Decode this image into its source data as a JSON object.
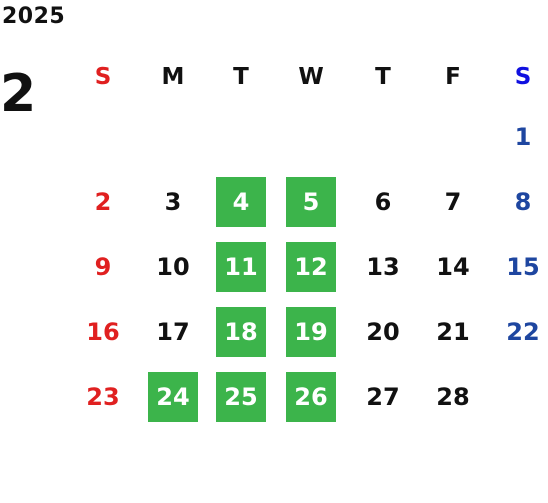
{
  "year": "2025",
  "month": "2",
  "weekdays": [
    "S",
    "M",
    "T",
    "W",
    "T",
    "F",
    "S"
  ],
  "colors": {
    "sunday": "#e02020",
    "saturday": "#1e46a0",
    "saturday_header": "#1010e0",
    "highlight_bg": "#3cb44b",
    "highlight_text": "#ffffff"
  },
  "weeks": [
    [
      "",
      "",
      "",
      "",
      "",
      "",
      "1"
    ],
    [
      "2",
      "3",
      "4",
      "5",
      "6",
      "7",
      "8"
    ],
    [
      "9",
      "10",
      "11",
      "12",
      "13",
      "14",
      "15"
    ],
    [
      "16",
      "17",
      "18",
      "19",
      "20",
      "21",
      "22"
    ],
    [
      "23",
      "24",
      "25",
      "26",
      "27",
      "28",
      ""
    ]
  ],
  "highlighted_days": [
    "4",
    "5",
    "11",
    "12",
    "18",
    "19",
    "24",
    "25",
    "26"
  ]
}
